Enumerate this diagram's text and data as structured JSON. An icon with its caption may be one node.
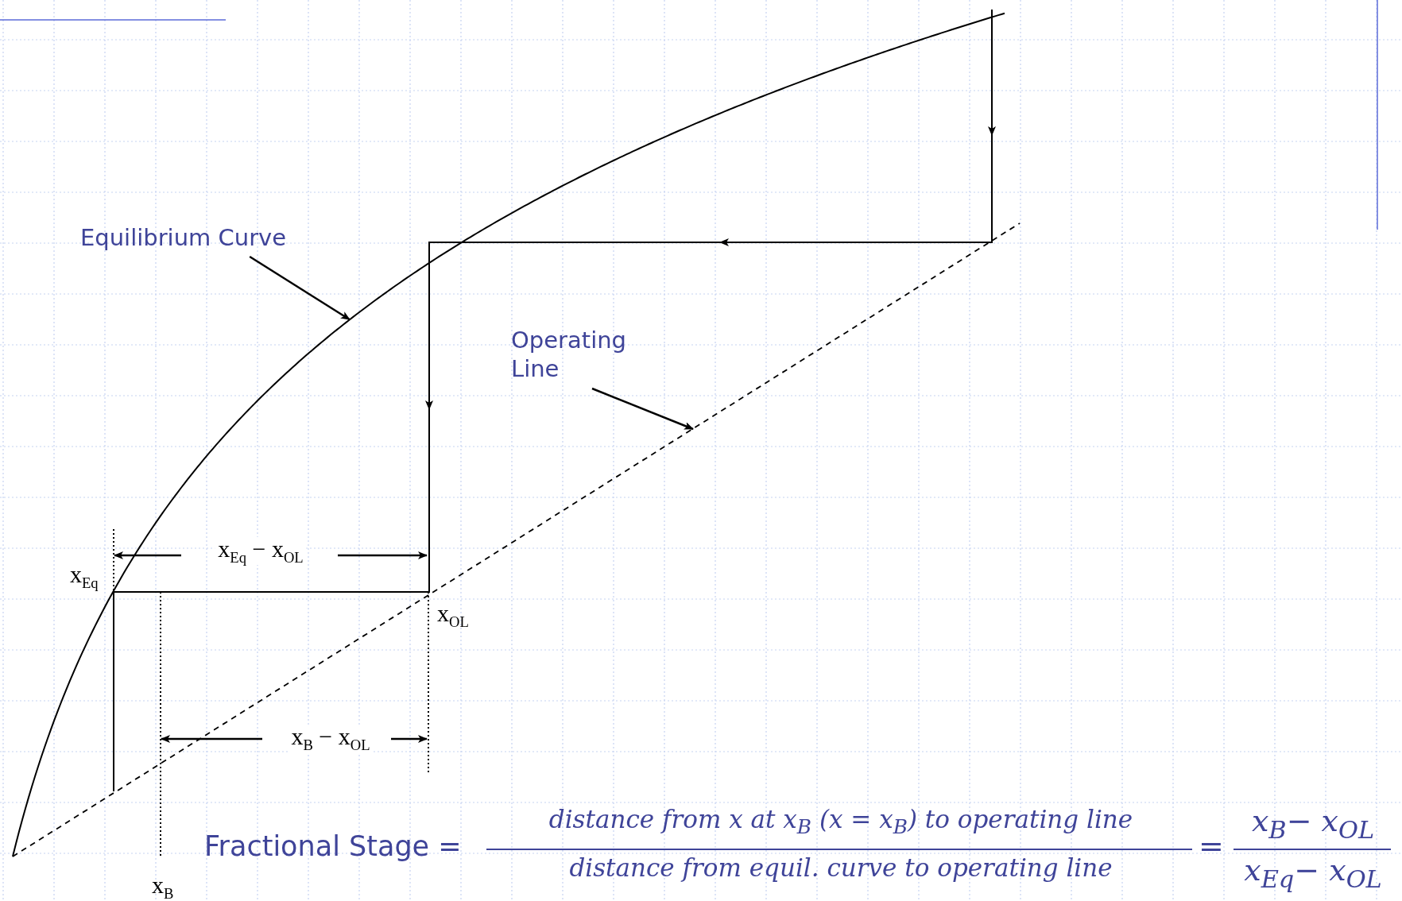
{
  "diagram": {
    "nodes": [
      {
        "text": [
          "Equilibrium Curve"
        ]
      },
      {
        "text": [
          "Operating Line"
        ]
      }
    ],
    "edges": [
      {
        "from": 0,
        "to": null,
        "arrow": "to"
      },
      {
        "from": 1,
        "to": null,
        "arrow": "to"
      }
    ],
    "labels": [
      "x$_{Eq}$ − x$_{OL}$",
      "x$_{Eq}$",
      "x$_{OL}$",
      "x$_{B}$ − x$_{OL}$",
      "x$_{B}$",
      "Fractional Stage =",
      "distance from x at x$_{B}$ (x =  x$_{B}$) to operating line",
      "distance from equil. curve to operating line",
      "=",
      "x$_{B}$− x$_{OL}$",
      "x$_{Eq}$− x$_{OL}$"
    ]
  }
}
